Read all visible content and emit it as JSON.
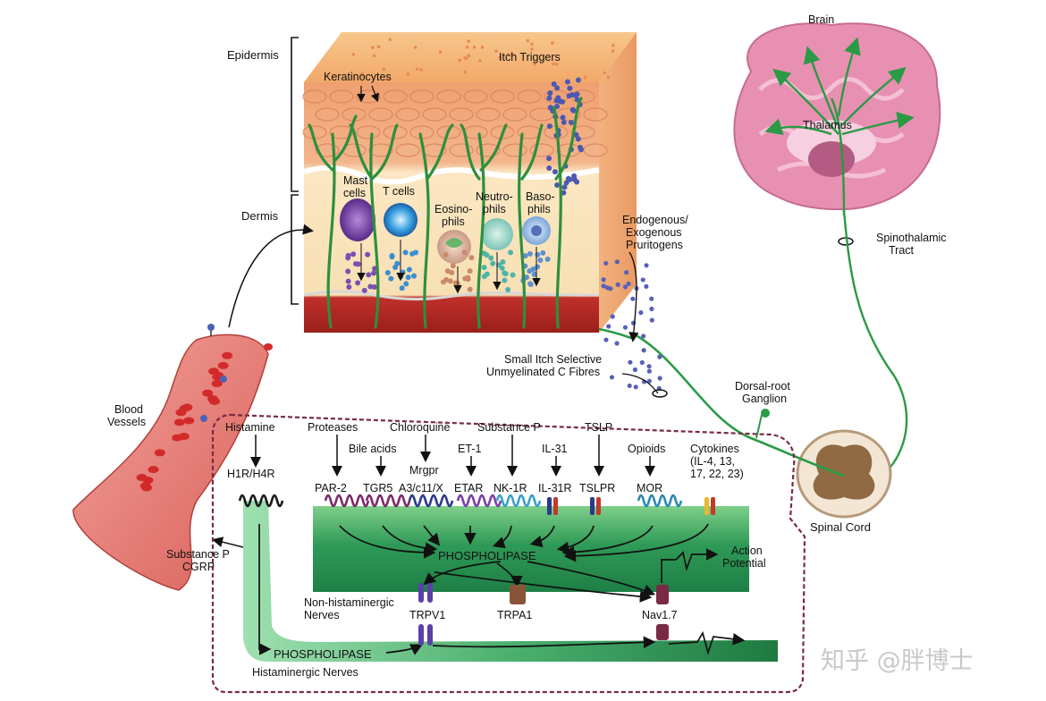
{
  "labels": {
    "epidermis": "Epidermis",
    "dermis": "Dermis",
    "keratinocytes": "Keratinocytes",
    "itch_triggers": "Itch Triggers",
    "mast_cells_1": "Mast",
    "mast_cells_2": "cells",
    "t_cells": "T cells",
    "eosinophils_1": "Eosino-",
    "eosinophils_2": "phils",
    "neutrophils_1": "Neutro-",
    "neutrophils_2": "phils",
    "basophils_1": "Baso-",
    "basophils_2": "phils",
    "pruritogens_1": "Endogenous/",
    "pruritogens_2": "Exogenous",
    "pruritogens_3": "Pruritogens",
    "brain": "Brain",
    "thalamus": "Thalamus",
    "spinothalamic_1": "Spinothalamic",
    "spinothalamic_2": "Tract",
    "blood_vessels_1": "Blood",
    "blood_vessels_2": "Vessels",
    "c_fibres_1": "Small Itch Selective",
    "c_fibres_2": "Unmyelinated C Fibres",
    "drg_1": "Dorsal-root",
    "drg_2": "Ganglion",
    "spinal_cord": "Spinal Cord",
    "substance_p_cgrp_1": "Substance P",
    "substance_p_cgrp_2": "CGRP",
    "non_histaminergic_1": "Non-histaminergic",
    "non_histaminergic_2": "Nerves",
    "histaminergic": "Histaminergic Nerves",
    "action_potential_1": "Action",
    "action_potential_2": "Potential",
    "phospholipase_top": "PHOSPHOLIPASE",
    "phospholipase_bottom": "PHOSPHOLIPASE"
  },
  "ligands": {
    "histamine": "Histamine",
    "proteases": "Proteases",
    "bile_acids": "Bile acids",
    "chloroquine": "Chloroquine",
    "substance_p": "Substance P",
    "et1": "ET-1",
    "il31": "IL-31",
    "tslp": "TSLP",
    "opioids": "Opioids",
    "cytokines_1": "Cytokines",
    "cytokines_2": "(IL-4, 13,",
    "cytokines_3": "17, 22, 23)"
  },
  "receptors": {
    "h1r_h4r": "H1R/H4R",
    "par2": "PAR-2",
    "tgr5": "TGR5",
    "mrgpr_1": "Mrgpr",
    "mrgpr_2": "A3/c11/X",
    "etar": "ETAR",
    "nk1r": "NK-1R",
    "il31r": "IL-31R",
    "tslpr": "TSLPR",
    "mor": "MOR"
  },
  "channels": {
    "trpv1": "TRPV1",
    "trpa1": "TRPA1",
    "nav17": "Nav1.7"
  },
  "watermark": "知乎 @胖博士",
  "colors": {
    "nerve_green": "#2f9a3f",
    "panel_green": "#2e9b55",
    "brain_pink": "#e78fb0",
    "vessel_red": "#d9534f",
    "border_maroon": "#7a2a45"
  }
}
